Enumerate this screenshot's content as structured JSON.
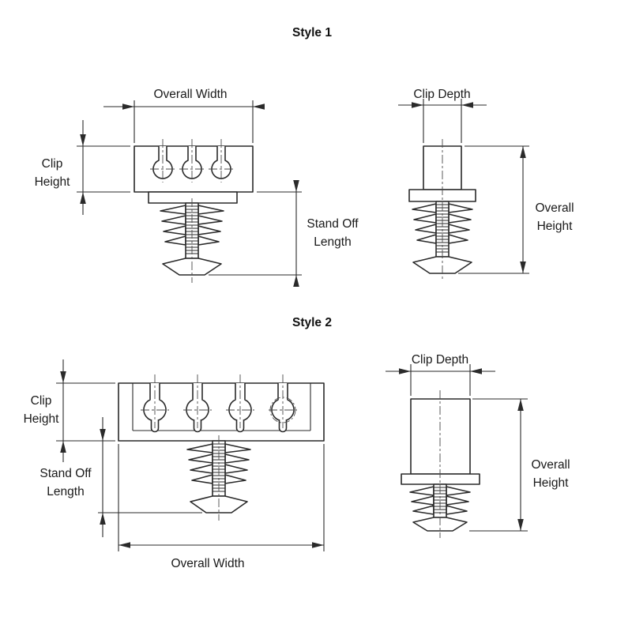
{
  "page": {
    "background": "#ffffff",
    "line_color": "#2a2a2a"
  },
  "styles": [
    {
      "title": "Style 1",
      "front_view": {
        "labels": {
          "overall_width": "Overall Width",
          "clip_height": "Clip\nHeight",
          "stand_off_length": "Stand Off\nLength"
        }
      },
      "side_view": {
        "labels": {
          "clip_depth": "Clip Depth",
          "overall_height": "Overall\nHeight"
        }
      }
    },
    {
      "title": "Style 2",
      "front_view": {
        "labels": {
          "clip_height": "Clip\nHeight",
          "stand_off_length": "Stand Off\nLength",
          "overall_width": "Overall Width"
        }
      },
      "side_view": {
        "labels": {
          "clip_depth": "Clip Depth",
          "overall_height": "Overall\nHeight"
        }
      }
    }
  ]
}
